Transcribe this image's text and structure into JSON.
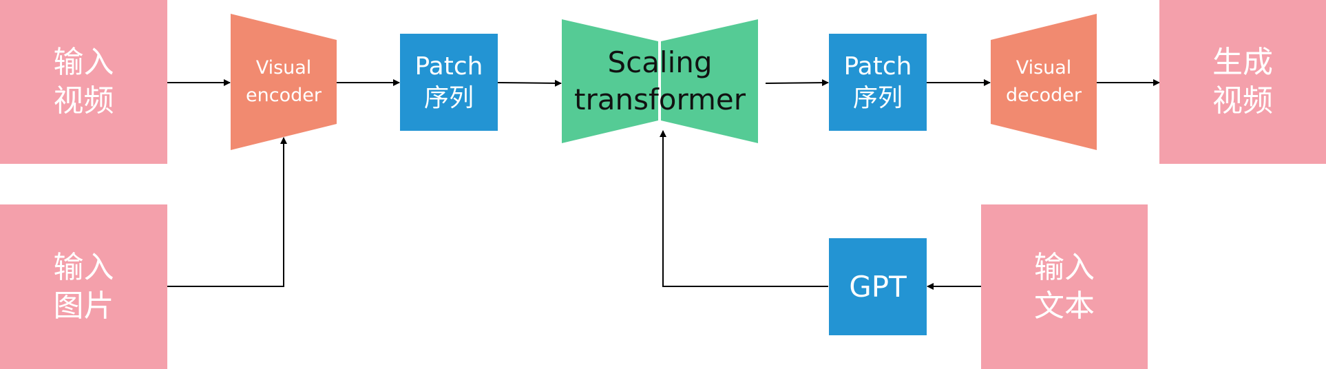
{
  "colors": {
    "input_box": "#f4a0ab",
    "patch_box": "#2394d3",
    "codec": "#f18a70",
    "transformer": "#55cb95",
    "arrow": "#000000"
  },
  "nodes": {
    "input_video": [
      "输入",
      "视频"
    ],
    "input_image": [
      "输入",
      "图片"
    ],
    "visual_encoder": [
      "Visual",
      "encoder"
    ],
    "patch_seq_in": [
      "Patch",
      "序列"
    ],
    "scaling_transformer": [
      "Scaling",
      "transformer"
    ],
    "patch_seq_out": [
      "Patch",
      "序列"
    ],
    "visual_decoder": [
      "Visual",
      "decoder"
    ],
    "output_video": [
      "生成",
      "视频"
    ],
    "gpt": [
      "GPT"
    ],
    "input_text": [
      "输入",
      "文本"
    ]
  }
}
